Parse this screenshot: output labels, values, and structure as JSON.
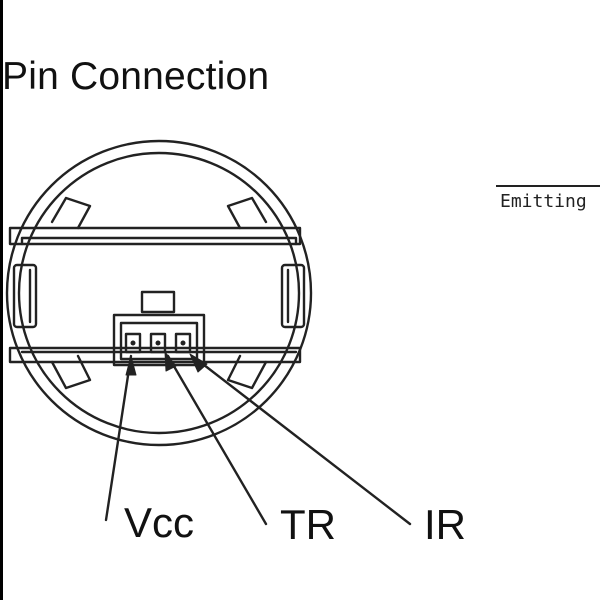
{
  "title": "Pin Connection",
  "side_label": "Emitting",
  "pins": [
    {
      "label": "Vcc"
    },
    {
      "label": "TR"
    },
    {
      "label": "IR"
    }
  ],
  "colors": {
    "line": "#222222",
    "text": "#111111",
    "background": "#ffffff"
  }
}
